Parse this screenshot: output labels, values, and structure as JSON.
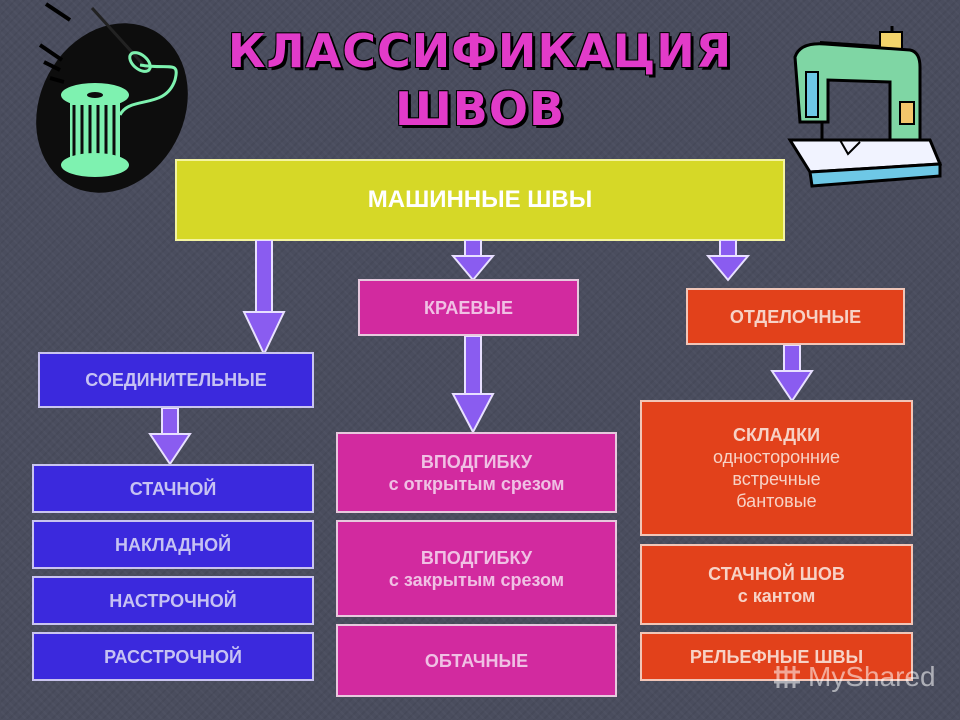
{
  "title": {
    "line1": "КЛАССИФИКАЦИЯ",
    "line2": "ШВОВ"
  },
  "root": {
    "label": "МАШИННЫЕ ШВЫ"
  },
  "branches": {
    "connecting": {
      "label": "СОЕДИНИТЕЛЬНЫЕ",
      "items": [
        "СТАЧНОЙ",
        "НАКЛАДНОЙ",
        "НАСТРОЧНОЙ",
        "РАССТРОЧНОЙ"
      ]
    },
    "edge": {
      "label": "КРАЕВЫЕ",
      "items": [
        {
          "title": "ВПОДГИБКУ",
          "sub": "с открытым срезом"
        },
        {
          "title": "ВПОДГИБКУ",
          "sub": "с закрытым срезом"
        },
        {
          "title": "ОБТАЧНЫЕ"
        }
      ]
    },
    "finishing": {
      "label": "ОТДЕЛОЧНЫЕ",
      "items": [
        {
          "title": "СКЛАДКИ",
          "lines": [
            "односторонние",
            "встречные",
            "бантовые"
          ]
        },
        {
          "title": "СТАЧНОЙ ШОВ",
          "sub": "с кантом"
        },
        {
          "title": "РЕЛЬЕФНЫЕ ШВЫ"
        }
      ]
    }
  },
  "watermark": "MyShared",
  "icons": [
    "thread-spool-icon",
    "sewing-machine-icon"
  ],
  "colors": {
    "background": "#4a4d5e",
    "title": "#e23bc9",
    "root": "#d6d827",
    "connecting": "#3b29dd",
    "edge": "#d22a9f",
    "finishing": "#e2411b",
    "arrow": "#8a5cf0"
  }
}
